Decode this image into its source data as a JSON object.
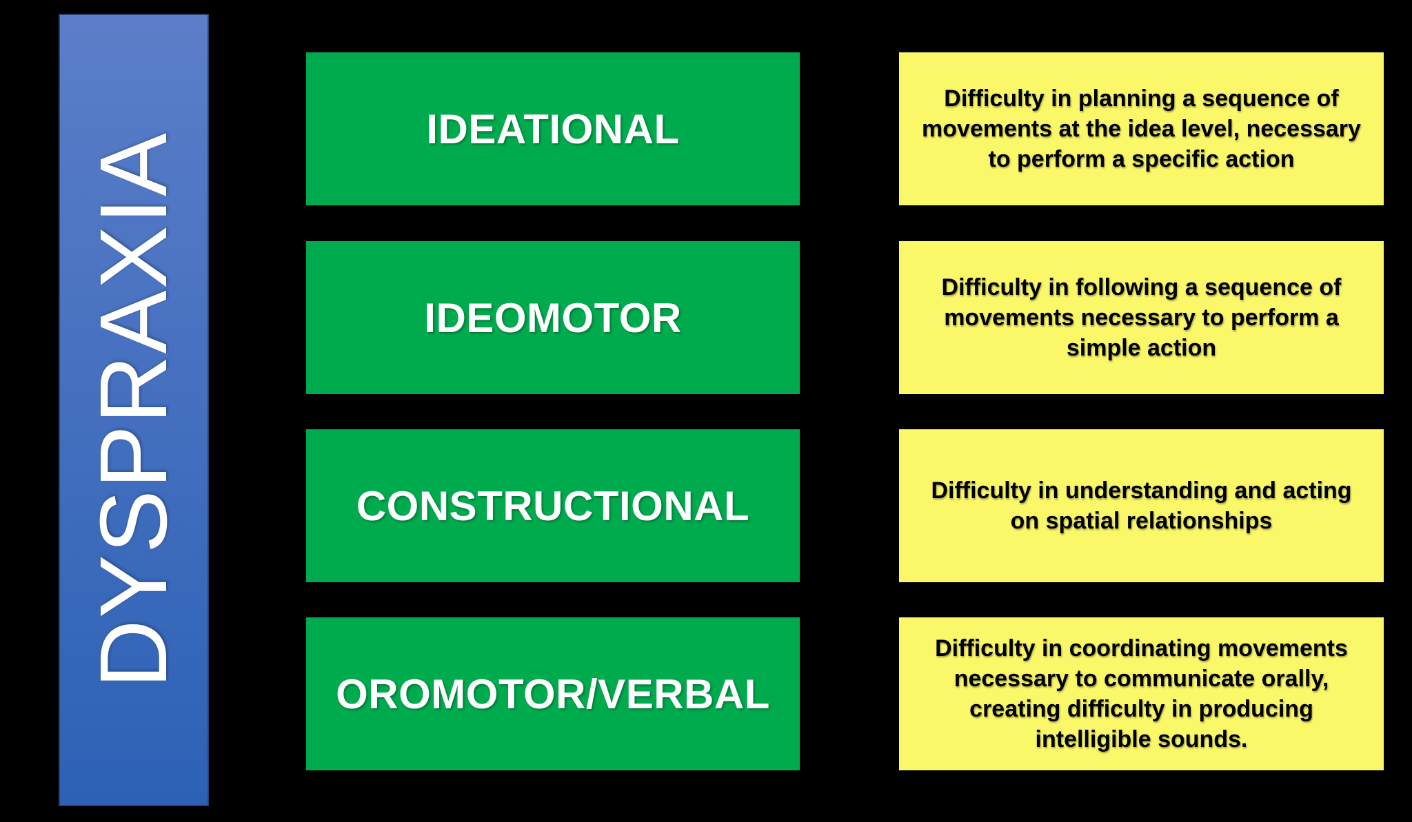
{
  "colors": {
    "background": "#000000",
    "bar-top": "#5b7ec9",
    "bar-bottom": "#2d61b5",
    "bar-border": "#2b4373",
    "green": "#00ab4e",
    "yellow": "#faf769",
    "label-text": "#ffffff",
    "desc-text": "#000000"
  },
  "sidebar": {
    "label": "DYSPRAXIA"
  },
  "rows": [
    {
      "type": "IDEATIONAL",
      "description": "Difficulty in planning a sequence of movements at the idea level, necessary to perform a specific action"
    },
    {
      "type": "IDEOMOTOR",
      "description": "Difficulty in following a sequence of movements necessary to perform a simple action"
    },
    {
      "type": "CONSTRUCTIONAL",
      "description": "Difficulty in understanding and acting on spatial relationships"
    },
    {
      "type": "OROMOTOR/VERBAL",
      "description": "Difficulty in coordinating movements necessary to communicate orally, creating difficulty in producing intelligible sounds."
    }
  ]
}
